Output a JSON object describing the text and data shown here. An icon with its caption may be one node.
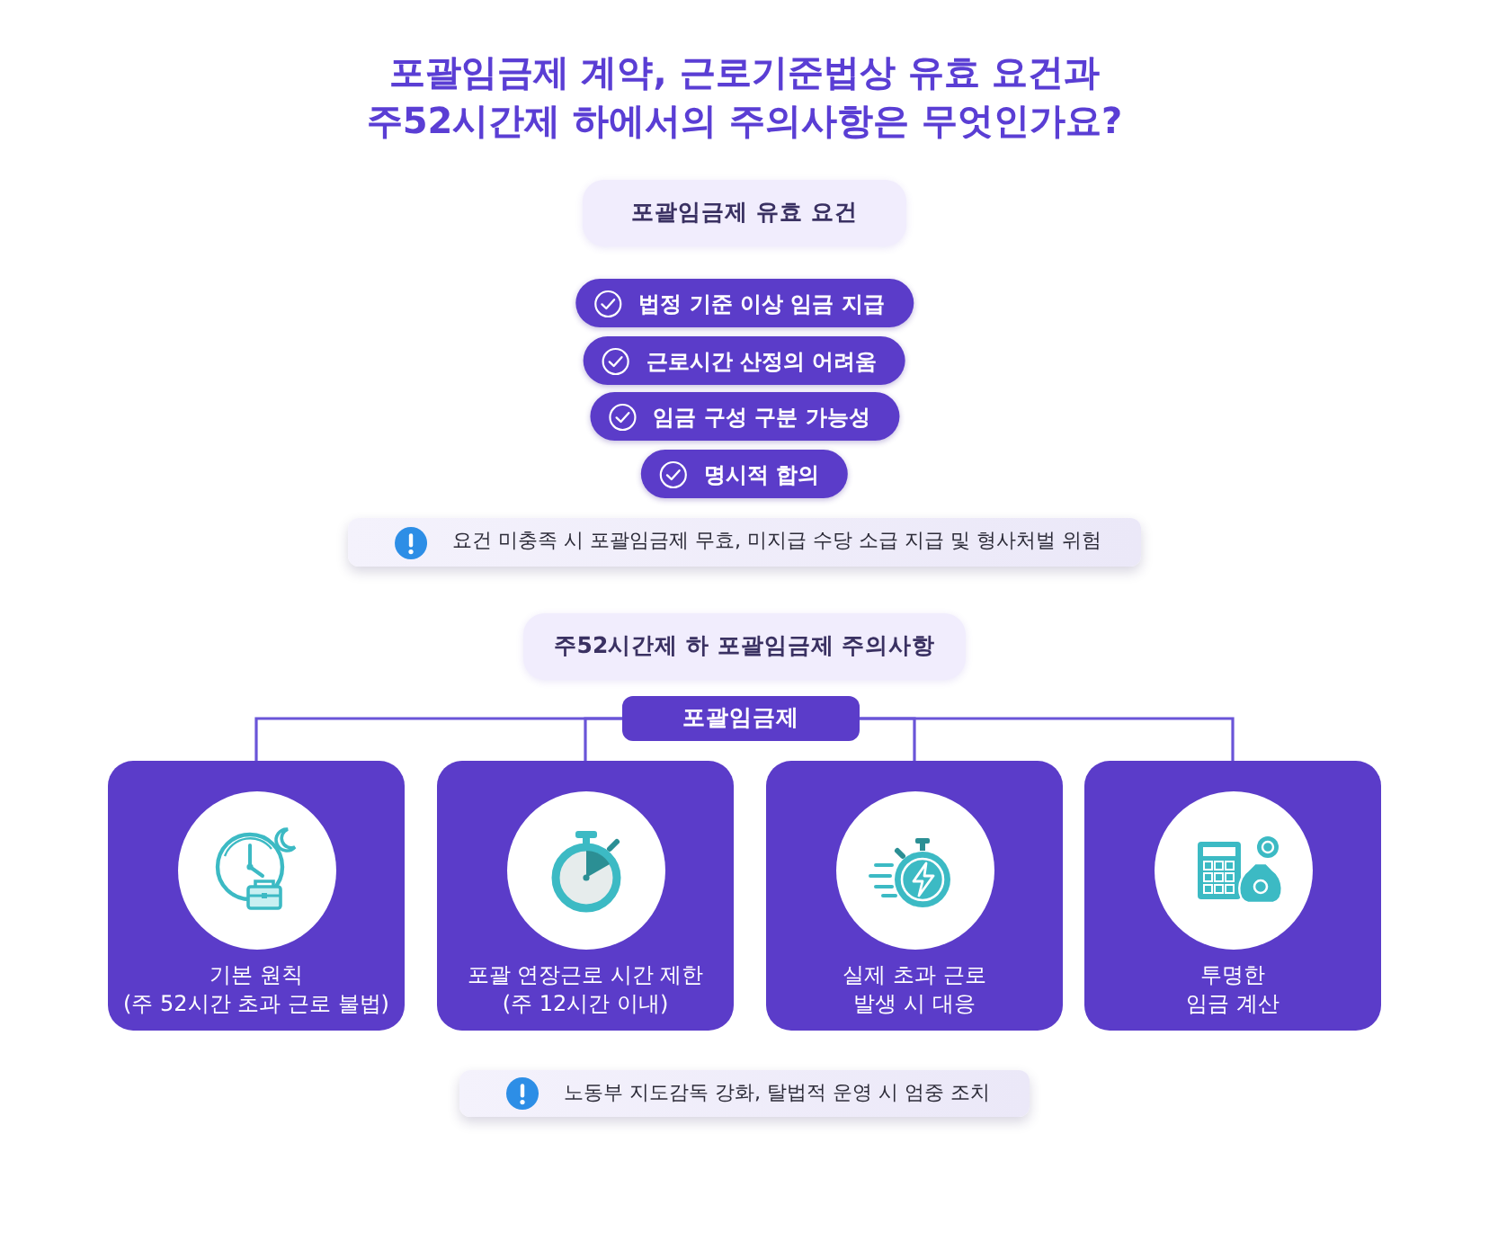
{
  "diagram": {
    "title": "포괄임금제 계약, 근로기준법상 유효 요건과 주52시간제 하에서의 주의사항은 무엇인가요?",
    "nodes": [
      {
        "text": [
          "포괄임금제 유효 요건"
        ]
      },
      {
        "text": [
          "법정 기준 이상 임금 지급"
        ]
      },
      {
        "text": [
          "근로시간 산정의 어려움"
        ]
      },
      {
        "text": [
          "임금 구성 구분 가능성"
        ]
      },
      {
        "text": [
          "명시적 합의"
        ]
      },
      {
        "text": [
          "요건 미충족 시 포괄임금제 무효, 미지급 수당 소급 지급 및 형사처벌 위험"
        ]
      },
      {
        "text": [
          "주52시간제 하 포괄임금제 주의사항"
        ]
      },
      {
        "text": [
          "포괄임금제"
        ]
      },
      {
        "text": [
          "기본 원칙",
          "(주 52시간 초과 근로 불법)"
        ]
      },
      {
        "text": [
          "포괄 연장근로 시간 제한",
          "(주 12시간 이내)"
        ]
      },
      {
        "text": [
          "실제 초과 근로 발생 시 대응"
        ]
      },
      {
        "text": [
          "투명한 임금 계산"
        ]
      },
      {
        "text": [
          "노동부 지도감독 강화, 탈법적 운영 시 엄중 조치"
        ]
      }
    ],
    "edges": [
      {
        "from": 7,
        "to": 8,
        "arrow": "none"
      },
      {
        "from": 7,
        "to": 9,
        "arrow": "none"
      },
      {
        "from": 7,
        "to": 10,
        "arrow": "none"
      },
      {
        "from": 7,
        "to": 11,
        "arrow": "none"
      }
    ]
  }
}
